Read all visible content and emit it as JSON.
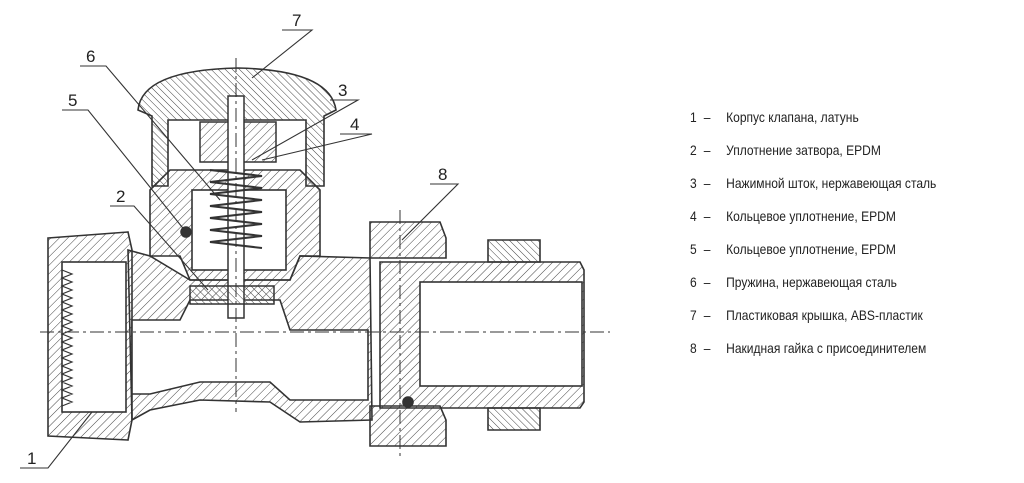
{
  "callouts": [
    {
      "num": "1"
    },
    {
      "num": "2"
    },
    {
      "num": "3"
    },
    {
      "num": "4"
    },
    {
      "num": "5"
    },
    {
      "num": "6"
    },
    {
      "num": "7"
    },
    {
      "num": "8"
    }
  ],
  "legend": {
    "dash": "–",
    "items": [
      {
        "num": "1",
        "text": "Корпус клапана, латунь"
      },
      {
        "num": "2",
        "text": "Уплотнение затвора, EPDM"
      },
      {
        "num": "3",
        "text": "Нажимной шток, нержавеющая сталь"
      },
      {
        "num": "4",
        "text": "Кольцевое уплотнение, EPDM"
      },
      {
        "num": "5",
        "text": "Кольцевое уплотнение, EPDM"
      },
      {
        "num": "6",
        "text": "Пружина, нержавеющая сталь"
      },
      {
        "num": "7",
        "text": "Пластиковая крышка, ABS-пластик"
      },
      {
        "num": "8",
        "text": "Накидная гайка с присоединителем"
      }
    ]
  },
  "colors": {
    "line": "#333333",
    "text": "#222222",
    "background": "#ffffff"
  }
}
